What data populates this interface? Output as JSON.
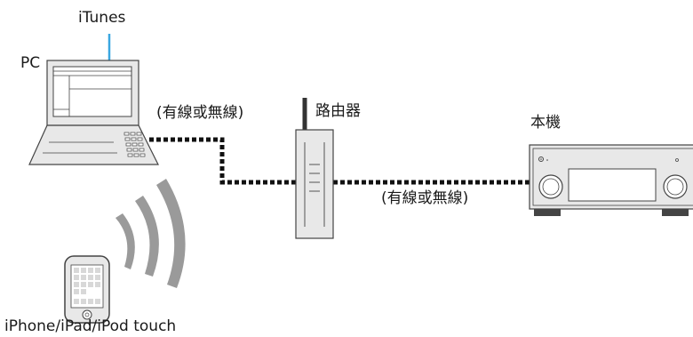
{
  "labels": {
    "itunes": "iTunes",
    "pc": "PC",
    "wired_or_wireless_pc": "(有線或無線)",
    "router": "路由器",
    "unit": "本機",
    "wired_or_wireless_unit": "(有線或無線)",
    "mobile": "iPhone/iPad/iPod touch"
  },
  "colors": {
    "itunes_link": "#3aa7e0",
    "device_fill": "#e8e8e8",
    "cable": "#111111"
  },
  "icons": [
    "laptop-icon",
    "router-icon",
    "av-receiver-icon",
    "smartphone-icon",
    "wifi-waves-icon"
  ]
}
